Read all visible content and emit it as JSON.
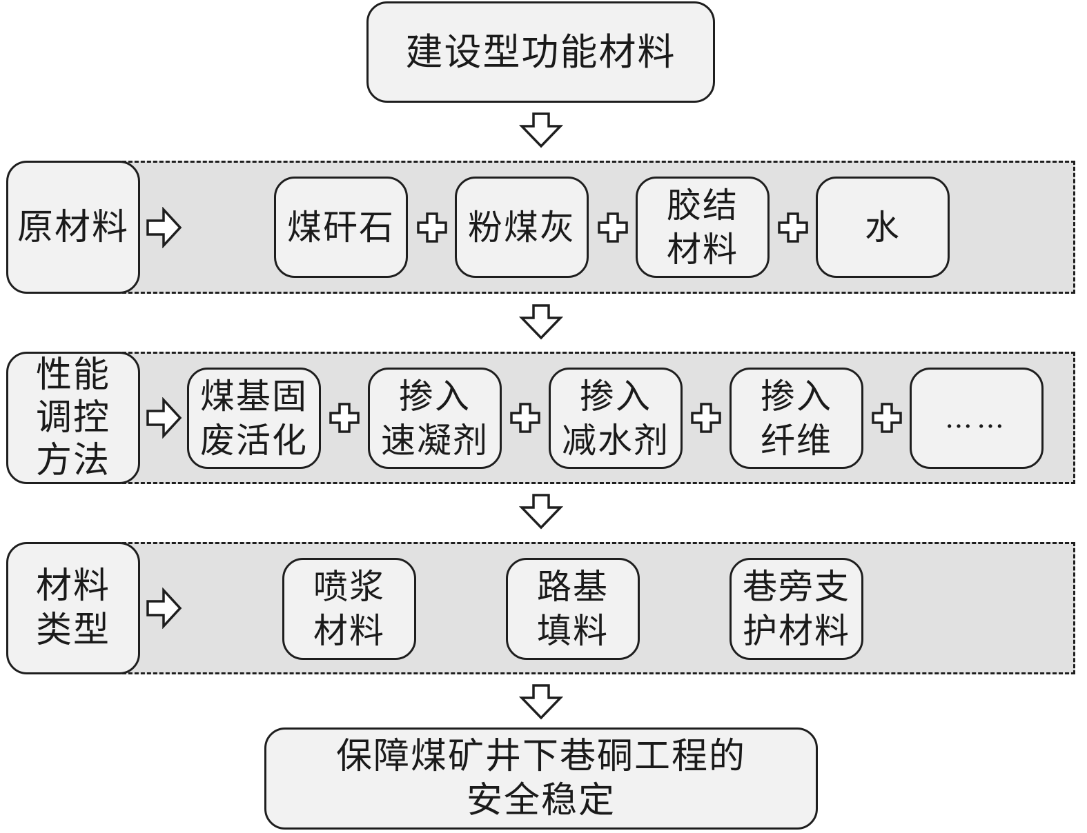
{
  "diagram": {
    "title_node": "建设型功能材料",
    "rows": [
      {
        "label": "原材料",
        "items": [
          "煤矸石",
          "粉煤灰",
          "胶结\n材料",
          "水"
        ],
        "connector": "plus"
      },
      {
        "label": "性能\n调控\n方法",
        "items": [
          "煤基固\n废活化",
          "掺入\n速凝剂",
          "掺入\n减水剂",
          "掺入\n纤维",
          "……"
        ],
        "connector": "plus"
      },
      {
        "label": "材料\n类型",
        "items": [
          "喷浆\n材料",
          "路基\n填料",
          "巷旁支\n护材料"
        ],
        "connector": "none"
      }
    ],
    "result_node": "保障煤矿井下巷硐工程的\n安全稳定",
    "icons": {
      "flow_down": "hollow-down-arrow",
      "flow_right": "hollow-right-arrow",
      "combine": "hollow-plus"
    },
    "colors": {
      "node_fill": "#f2f2f2",
      "panel_fill": "#e1e1e1",
      "stroke": "#1e1e1e"
    }
  }
}
